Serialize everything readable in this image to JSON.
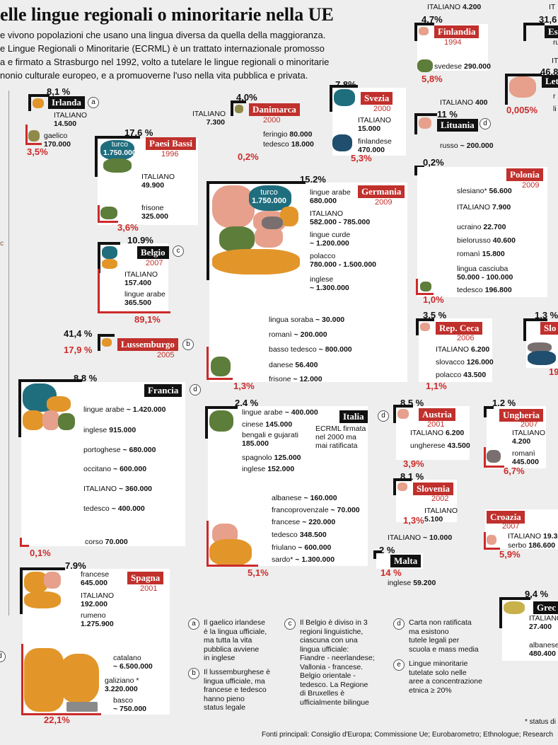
{
  "title": "elle lingue regionali o minoritarie nella UE",
  "intro": [
    "e vivono popolazioni che usano una lingua diversa da quella della maggioranza.",
    "e Lingue Regionali o Minoritarie (ECRML) è un trattato internazionale promosso",
    "a e firmato a Strasburgo nel 1992, volto a tutelare le lingue regionali o minoritarie",
    "nonio culturale europeo, e a promuoverne l'uso nella vita pubblica e privata."
  ],
  "colors": {
    "accent_red": "#cc2a2a",
    "teal": "#1f6e7e",
    "orange": "#e2962a",
    "green": "#5d7d3a",
    "salmon": "#e6a08c",
    "grey": "#8a8a8a"
  },
  "chart_data": {
    "type": "treemap",
    "countries": [
      {
        "name": "Irlanda",
        "share": "8,1 %",
        "rest": "3,5%",
        "year": "",
        "note": "a",
        "languages": [
          {
            "label": "ITALIANO",
            "value": "14.500"
          },
          {
            "label": "gaelico",
            "value": "170.000"
          }
        ]
      },
      {
        "name": "Danimarca",
        "share": "4,0%",
        "rest": "0,2%",
        "year": "2000",
        "languages": [
          {
            "label": "ITALIANO",
            "value": "7.300"
          },
          {
            "label": "feringio",
            "value": "80.000"
          },
          {
            "label": "tedesco",
            "value": "18.000"
          }
        ]
      },
      {
        "name": "Svezia",
        "share": "7,8%",
        "rest": "5,3%",
        "year": "2000",
        "languages": [
          {
            "label": "ITALIANO",
            "value": "15.000"
          },
          {
            "label": "finlandese",
            "value": "470.000"
          }
        ]
      },
      {
        "name": "Finlandia",
        "share": "4,7%",
        "rest": "5,8%",
        "year": "1994",
        "languages": [
          {
            "label": "ITALIANO",
            "value": "4.200"
          },
          {
            "label": "svedese",
            "value": "290.000"
          }
        ]
      },
      {
        "name": "Paesi Bassi",
        "share": "17,6 %",
        "rest": "3,6%",
        "year": "1996",
        "languages": [
          {
            "label": "turco",
            "value": "1.750.000"
          },
          {
            "label": "ITALIANO",
            "value": "49.900"
          },
          {
            "label": "frisone",
            "value": "325.000"
          }
        ]
      },
      {
        "name": "Germania",
        "share": "15,2%",
        "rest": "1,3%",
        "year": "2009",
        "languages": [
          {
            "label": "turco",
            "value": "1.750.000"
          },
          {
            "label": "lingue arabe",
            "value": "680.000"
          },
          {
            "label": "ITALIANO",
            "value": "582.000 - 785.000"
          },
          {
            "label": "lingue curde",
            "value": "~ 1.200.000"
          },
          {
            "label": "polacco",
            "value": "780.000 - 1.500.000"
          },
          {
            "label": "inglese",
            "value": "~ 1.300.000"
          },
          {
            "label": "lingua soraba",
            "value": "~ 30.000"
          },
          {
            "label": "romanì",
            "value": "~ 200.000"
          },
          {
            "label": "basso tedesco",
            "value": "~ 800.000"
          },
          {
            "label": "danese",
            "value": "56.400"
          },
          {
            "label": "frisone",
            "value": "~ 12.000"
          }
        ]
      },
      {
        "name": "Lituania",
        "share": "11 %",
        "rest": "",
        "year": "",
        "note": "d",
        "languages": [
          {
            "label": "ITALIANO",
            "value": "400"
          },
          {
            "label": "russo",
            "value": "~ 200.000"
          }
        ]
      },
      {
        "name": "Polonia",
        "share": "0,2%",
        "rest": "1,0%",
        "year": "2009",
        "languages": [
          {
            "label": "slesiano*",
            "value": "56.600"
          },
          {
            "label": "ITALIANO",
            "value": "7.900"
          },
          {
            "label": "ucraino",
            "value": "22.700"
          },
          {
            "label": "bielorusso",
            "value": "40.600"
          },
          {
            "label": "romanì",
            "value": "15.800"
          },
          {
            "label": "lingua casciuba",
            "value": "50.000 - 100.000"
          },
          {
            "label": "tedesco",
            "value": "196.800"
          }
        ]
      },
      {
        "name": "Belgio",
        "share": "10,9%",
        "rest": "89,1%",
        "year": "2007",
        "note": "c",
        "languages": [
          {
            "label": "ITALIANO",
            "value": "157.400"
          },
          {
            "label": "lingue arabe",
            "value": "365.500"
          }
        ]
      },
      {
        "name": "Lussemburgo",
        "share": "41,4 %",
        "rest": "17,9 %",
        "year": "2005",
        "note": "b",
        "languages": []
      },
      {
        "name": "Francia",
        "share": "8,8 %",
        "rest": "0,1%",
        "year": "",
        "note": "d",
        "languages": [
          {
            "label": "lingue arabe",
            "value": "~ 1.420.000"
          },
          {
            "label": "inglese",
            "value": "915.000"
          },
          {
            "label": "portoghese",
            "value": "~ 680.000"
          },
          {
            "label": "occitano",
            "value": "~ 600.000"
          },
          {
            "label": "ITALIANO",
            "value": "~ 360.000"
          },
          {
            "label": "tedesco",
            "value": "~ 400.000"
          },
          {
            "label": "corso",
            "value": "70.000"
          }
        ]
      },
      {
        "name": "Rep. Ceca",
        "share": "3,5 %",
        "rest": "1,1%",
        "year": "2006",
        "languages": [
          {
            "label": "ITALIANO",
            "value": "6.200"
          },
          {
            "label": "slovacco",
            "value": "126.000"
          },
          {
            "label": "polacco",
            "value": "43.500"
          }
        ]
      },
      {
        "name": "Italia",
        "share": "2,4 %",
        "rest": "5,1%",
        "year": "",
        "note": "d",
        "languages": [
          {
            "label": "lingue arabe",
            "value": "~ 400.000"
          },
          {
            "label": "cinese",
            "value": "145.000"
          },
          {
            "label": "bengali e gujarati",
            "value": "185.000"
          },
          {
            "label": "spagnolo",
            "value": "125.000"
          },
          {
            "label": "inglese",
            "value": "152.000"
          },
          {
            "label": "albanese",
            "value": "~ 160.000"
          },
          {
            "label": "francoprovenzale",
            "value": "~ 70.000"
          },
          {
            "label": "francese",
            "value": "~ 220.000"
          },
          {
            "label": "tedesco",
            "value": "348.500"
          },
          {
            "label": "friulano",
            "value": "~ 600.000"
          },
          {
            "label": "sardo*",
            "value": "~ 1.300.000"
          }
        ]
      },
      {
        "name": "Austria",
        "share": "8,5 %",
        "rest": "3,9%",
        "year": "2001",
        "languages": [
          {
            "label": "ITALIANO",
            "value": "6.200"
          },
          {
            "label": "ungherese",
            "value": "43.500"
          }
        ]
      },
      {
        "name": "Ungheria",
        "share": "1,2 %",
        "rest": "6,7%",
        "year": "2007",
        "languages": [
          {
            "label": "ITALIANO",
            "value": "4.200"
          },
          {
            "label": "romanì",
            "value": "445.000"
          }
        ]
      },
      {
        "name": "Slovenia",
        "share": "8,1 %",
        "rest": "1,3%",
        "year": "2002",
        "languages": [
          {
            "label": "ITALIANO",
            "value": "5.100"
          }
        ]
      },
      {
        "name": "Croazia",
        "share": "",
        "rest": "5,9%",
        "year": "2007",
        "languages": [
          {
            "label": "ITALIANO",
            "value": "19.3"
          },
          {
            "label": "serbo",
            "value": "186.600"
          }
        ]
      },
      {
        "name": "Malta",
        "share": "2 %",
        "rest": "14 %",
        "year": "",
        "languages": [
          {
            "label": "ITALIANO",
            "value": "~ 10.000"
          },
          {
            "label": "inglese",
            "value": "59.200"
          }
        ]
      },
      {
        "name": "Spagna",
        "share": "7,9%",
        "rest": "22,1%",
        "year": "2001",
        "languages": [
          {
            "label": "francese",
            "value": "645.000"
          },
          {
            "label": "ITALIANO",
            "value": "192.000"
          },
          {
            "label": "rumeno",
            "value": "1.275.900"
          },
          {
            "label": "catalano",
            "value": "~ 6.500.000"
          },
          {
            "label": "galiziano *",
            "value": "3.220.000"
          },
          {
            "label": "basco",
            "value": "~ 750.000"
          }
        ]
      },
      {
        "name": "Grec",
        "share": "9,4 %",
        "rest": "",
        "year": "",
        "languages": [
          {
            "label": "ITALIANO",
            "value": "27.400"
          },
          {
            "label": "albanese",
            "value": "480.400"
          }
        ]
      },
      {
        "name": "Slo",
        "share": "1,3 %",
        "rest": "19",
        "year": "",
        "languages": []
      },
      {
        "name": "Es",
        "share": "31,6 %",
        "rest": "",
        "year": "",
        "languages": [
          {
            "label": "IT",
            "value": ""
          },
          {
            "label": "ru",
            "value": ""
          }
        ]
      },
      {
        "name": "Let",
        "share": "46,8",
        "rest": "0,005%",
        "year": "",
        "languages": [
          {
            "label": "IT",
            "value": ""
          },
          {
            "label": "r",
            "value": ""
          },
          {
            "label": "li",
            "value": ""
          }
        ]
      }
    ],
    "italia_note": [
      "ECRML firmata",
      "nel 2000 ma",
      "mai ratificata"
    ]
  },
  "notes": {
    "a": [
      "Il gaelico irlandese",
      "è la lingua ufficiale,",
      "ma tutta la vita",
      "pubblica avviene",
      "in inglese"
    ],
    "b": [
      "Il lussemburghese è",
      "lingua ufficiale, ma",
      "francese e tedesco",
      "hanno pieno",
      "status legale"
    ],
    "c": [
      "Il Belgio è diviso in 3",
      "regioni linguistiche,",
      "ciascuna con una",
      "lingua ufficiale:",
      "Fiandre - neerlandese;",
      "Vallonia - francese.",
      "Belgio orientale -",
      "tedesco. La Regione",
      "di Bruxelles è",
      "ufficialmente bilingue"
    ],
    "d": [
      "Carta non ratificata",
      "ma esistono",
      "tutele legali per",
      "scuola e mass media"
    ],
    "e": [
      "Lingue minoritarie",
      "tutelate solo nelle",
      "aree a concentrazione",
      "etnica ≥ 20%"
    ]
  },
  "source": "Fonti principali: Consiglio d'Europa; Commissione Ue; Eurobarometro; Ethnologue; Research",
  "status": "* status di",
  "margin_letters": {
    "c": "c",
    "d": "d"
  }
}
